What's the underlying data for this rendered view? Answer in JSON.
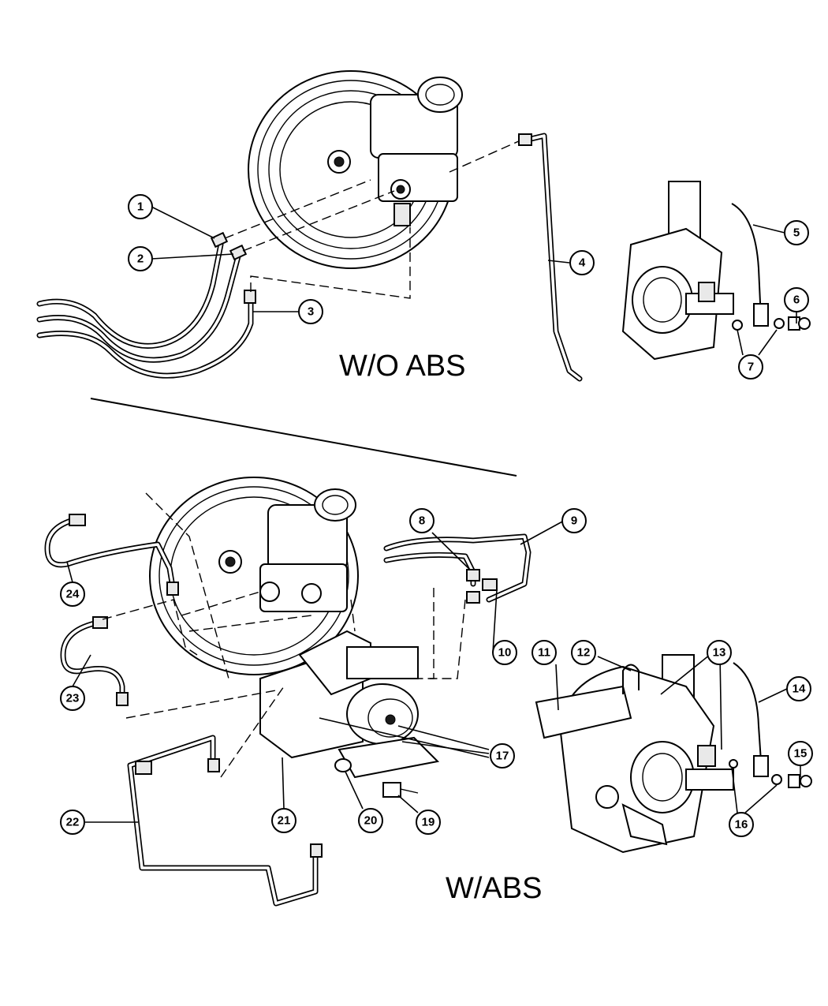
{
  "sections": {
    "top_label": "W/O ABS",
    "bottom_label": "W/ABS"
  },
  "callouts": [
    "1",
    "2",
    "3",
    "4",
    "5",
    "6",
    "7",
    "8",
    "9",
    "10",
    "11",
    "12",
    "13",
    "14",
    "15",
    "16",
    "17",
    "19",
    "20",
    "21",
    "22",
    "23",
    "24"
  ],
  "colors": {
    "ink": "#000000",
    "paper": "#ffffff"
  }
}
